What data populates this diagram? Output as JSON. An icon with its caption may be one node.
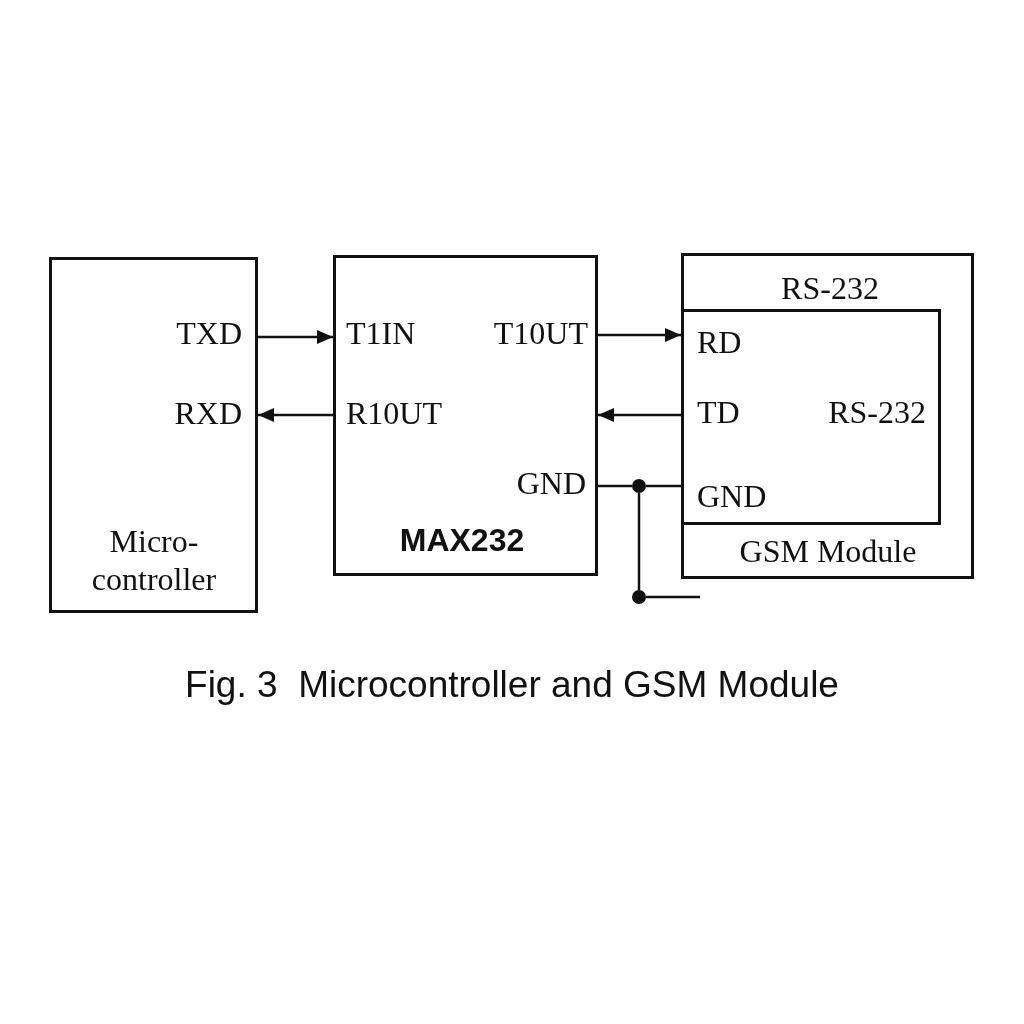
{
  "diagram": {
    "caption": "Fig. 3  Microcontroller and GSM Module",
    "nodes": [
      {
        "text": [
          "TXD",
          "RXD",
          "Micro- controller"
        ]
      },
      {
        "text": [
          "T1IN",
          "T10UT",
          "R10UT",
          "GND",
          "MAX232"
        ]
      },
      {
        "text": [
          "RS-232",
          "GSM Module"
        ]
      },
      {
        "text": [
          "RD",
          "TD",
          "RS-232",
          "GND"
        ],
        "in": 2
      },
      {
        "text": [],
        "shape": "circle"
      },
      {
        "text": [],
        "shape": "circle"
      }
    ],
    "edges": [
      {
        "from": 0,
        "to": 1,
        "arrow": "to"
      },
      {
        "from": 1,
        "to": 0,
        "arrow": "to"
      },
      {
        "from": 1,
        "to": 3,
        "arrow": "to"
      },
      {
        "from": 3,
        "to": 1,
        "arrow": "to"
      },
      {
        "from": 1,
        "to": 4,
        "arrow": "none"
      },
      {
        "from": 4,
        "to": 3,
        "arrow": "none"
      },
      {
        "from": 4,
        "to": 5,
        "arrow": "none"
      },
      {
        "from": 5,
        "to": null,
        "arrow": "none"
      }
    ]
  }
}
